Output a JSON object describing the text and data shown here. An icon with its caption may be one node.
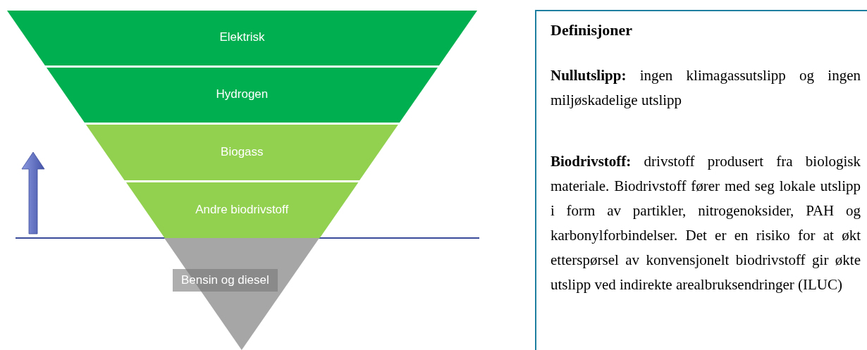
{
  "diagram": {
    "nodes": [
      {
        "text": [
          "Elektrisk"
        ]
      },
      {
        "text": [
          "Hydrogen"
        ]
      },
      {
        "text": [
          "Biogass"
        ]
      },
      {
        "text": [
          "Andre biodrivstoff"
        ]
      },
      {
        "text": [
          "Bensin og diesel"
        ]
      },
      {
        "text": [
          "Definisjoner",
          "**Nullutslipp:** ingen klimagassutslipp og ingen miljøskadelige utslipp",
          "**Biodrivstoff:** drivstoff produsert fra biologisk materiale. Biodrivstoff fører med seg lokale utslipp i form av partikler, nitrogenoksider, PAH og karbonylforbindelser. Det er en risiko for at økt etterspørsel av konvensjonelt biodrivstoff gir økte utslipp ved indirekte arealbruksendringer (ILUC)"
        ]
      }
    ]
  }
}
